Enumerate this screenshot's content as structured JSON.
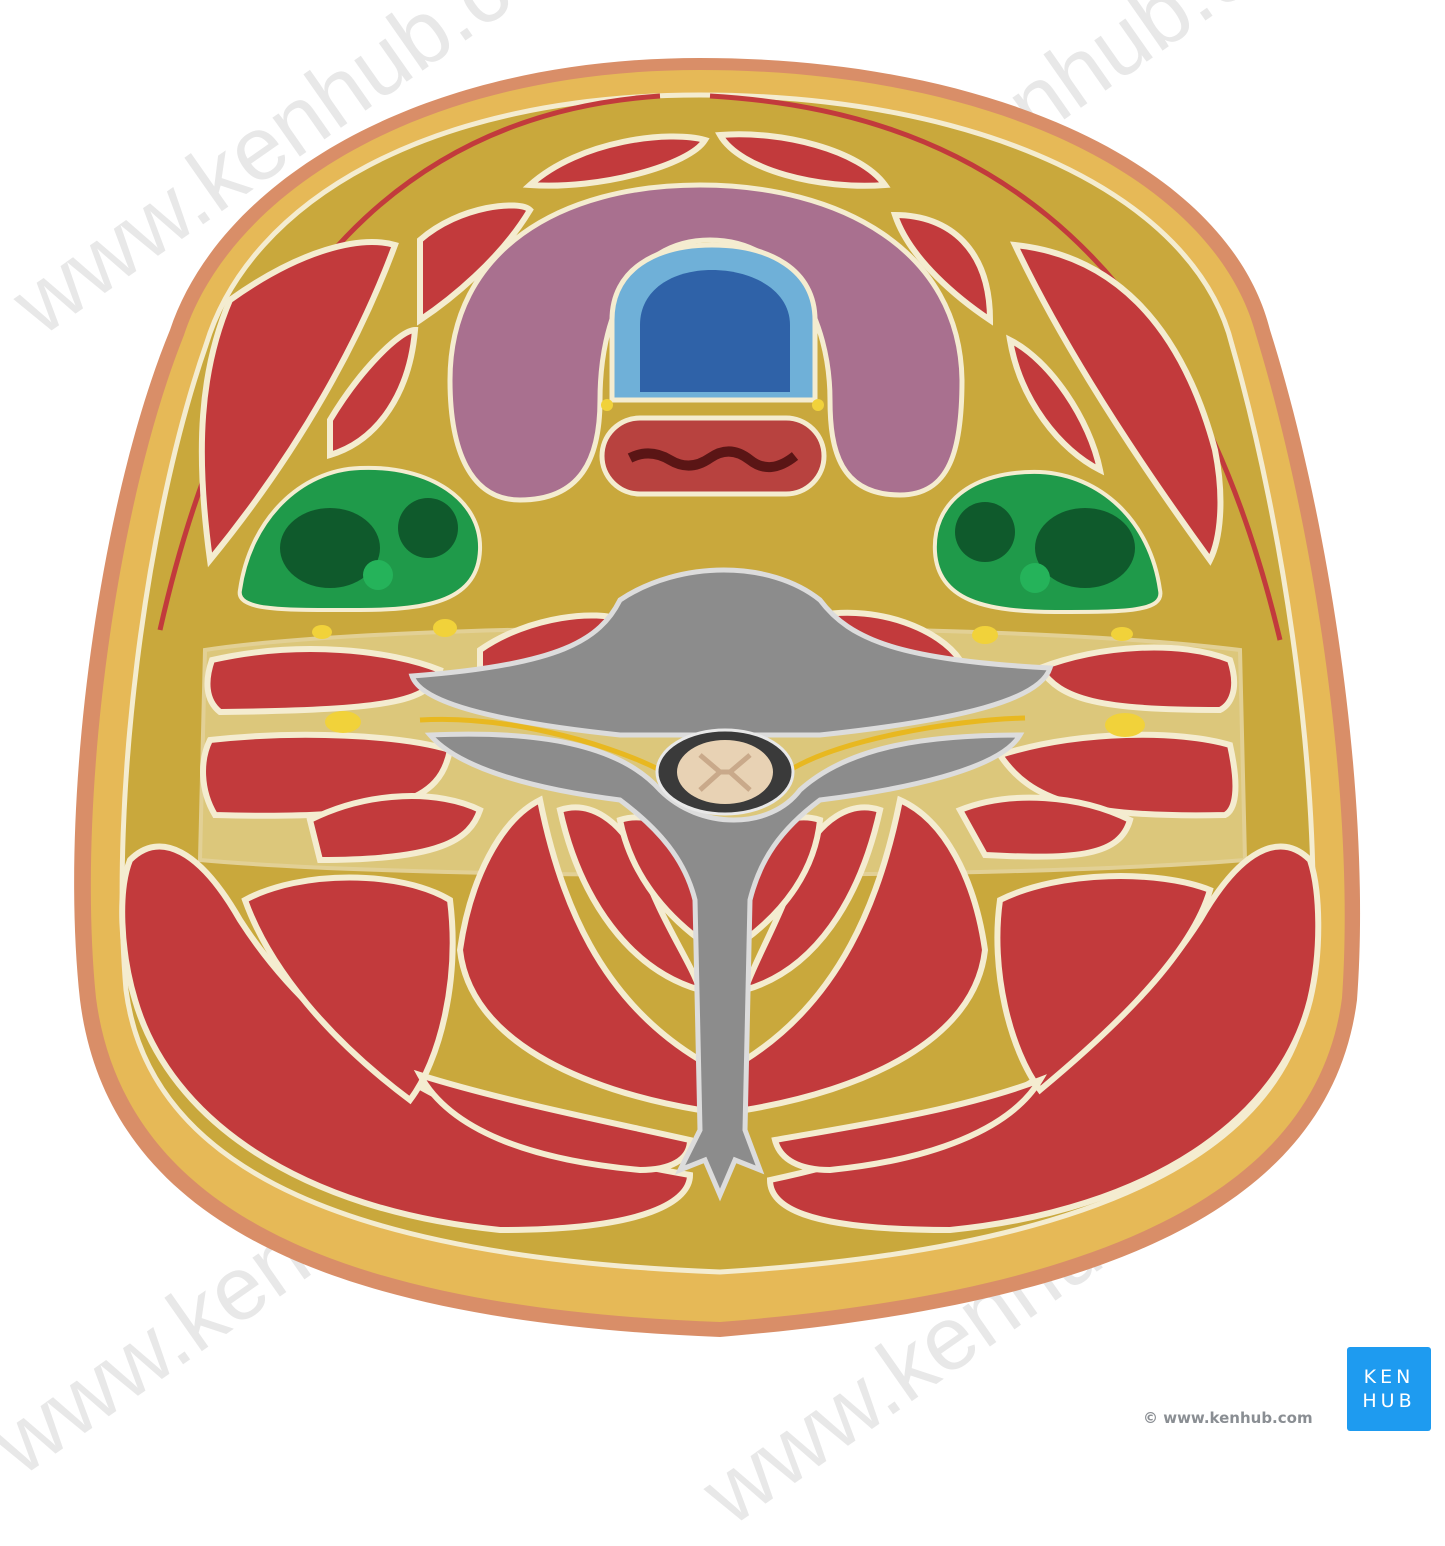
{
  "watermark": "www.kenhub.com",
  "copyright": "© www.kenhub.com",
  "logo": {
    "line1": "KEN",
    "line2": "HUB"
  },
  "colors": {
    "skin": "#d98e68",
    "fat": "#e6b957",
    "fascia": "#c9a83c",
    "muscle": "#c23a3c",
    "thyroid": "#a9708f",
    "trachea": "#2f62a8",
    "carotid_sheath": "#1f9a4a",
    "bone": "#8c8c8c",
    "nerve": "#e8b820",
    "brand": "#1e9bf0"
  }
}
